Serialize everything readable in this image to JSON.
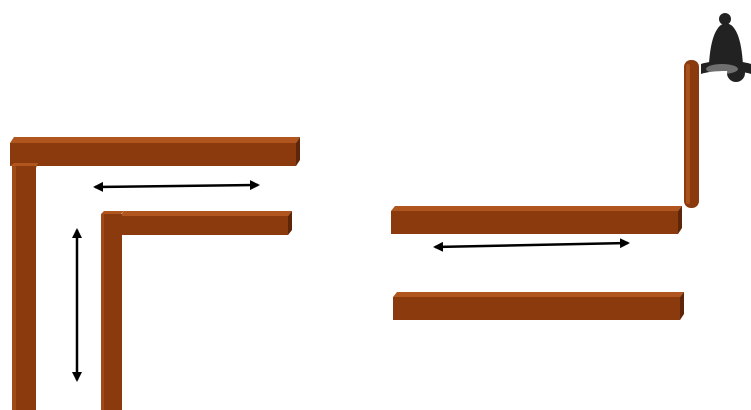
{
  "scene": {
    "colors": {
      "background": "#ffffff",
      "bar_front": "#8B3A0E",
      "bar_top": "#B0551E",
      "bar_side": "#5E2609",
      "arrow": "#000000",
      "bell": "#222222"
    },
    "objects": {
      "bars": [
        "horizontal-bar-top-left",
        "vertical-bar-left-outer",
        "horizontal-bar-inner-left",
        "vertical-bar-left-inner",
        "horizontal-bar-right-upper",
        "horizontal-bar-right-lower",
        "vertical-post-right"
      ],
      "arrows": [
        "double-arrow-horizontal-left",
        "double-arrow-vertical-left",
        "double-arrow-horizontal-right"
      ],
      "icons": [
        "bell-icon"
      ]
    }
  }
}
